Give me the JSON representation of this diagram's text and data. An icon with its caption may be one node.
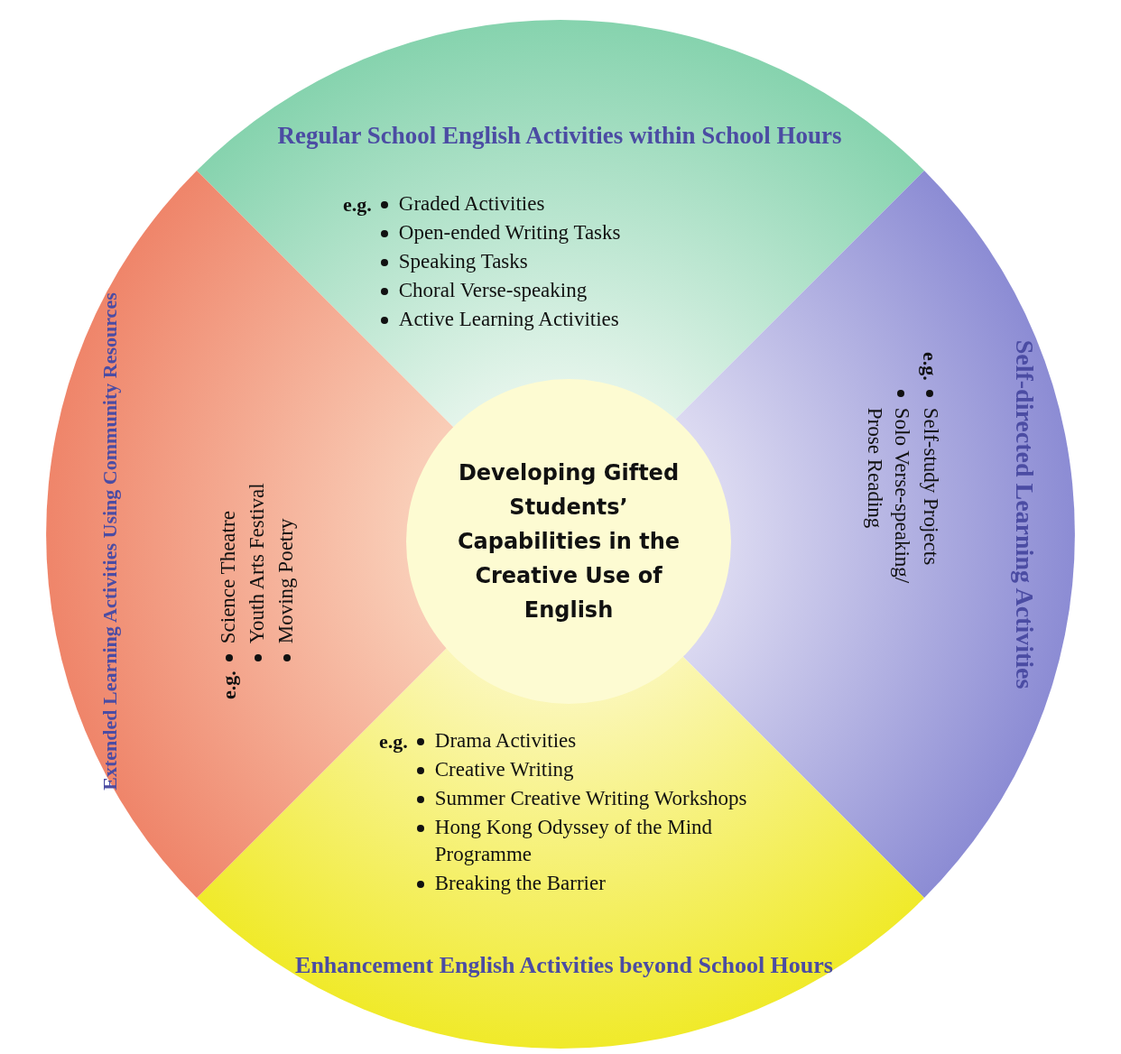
{
  "diagram": {
    "nodes": [
      {
        "text": [
          "Developing Gifted Students’ Capabilities in the Creative Use of English"
        ]
      },
      {
        "text": [
          "Regular School English Activities within School Hours",
          "e.g.",
          "Graded Activities",
          "Open-ended Writing Tasks",
          "Speaking Tasks",
          "Choral Verse-speaking",
          "Active Learning Activities"
        ]
      },
      {
        "text": [
          "Self-directed Learning Activities",
          "e.g.",
          "Self-study Projects",
          "Solo Verse-speaking/ Prose Reading"
        ]
      },
      {
        "text": [
          "Enhancement English Activities beyond School Hours",
          "e.g.",
          "Drama Activities",
          "Creative Writing",
          "Summer Creative Writing Workshops",
          "Hong Kong Odyssey of the Mind Programme",
          "Breaking the Barrier"
        ]
      },
      {
        "text": [
          "Extended Learning Activities Using Community Resources",
          "e.g.",
          "Science Theatre",
          "Youth Arts Festival",
          "Moving Poetry"
        ]
      }
    ]
  }
}
